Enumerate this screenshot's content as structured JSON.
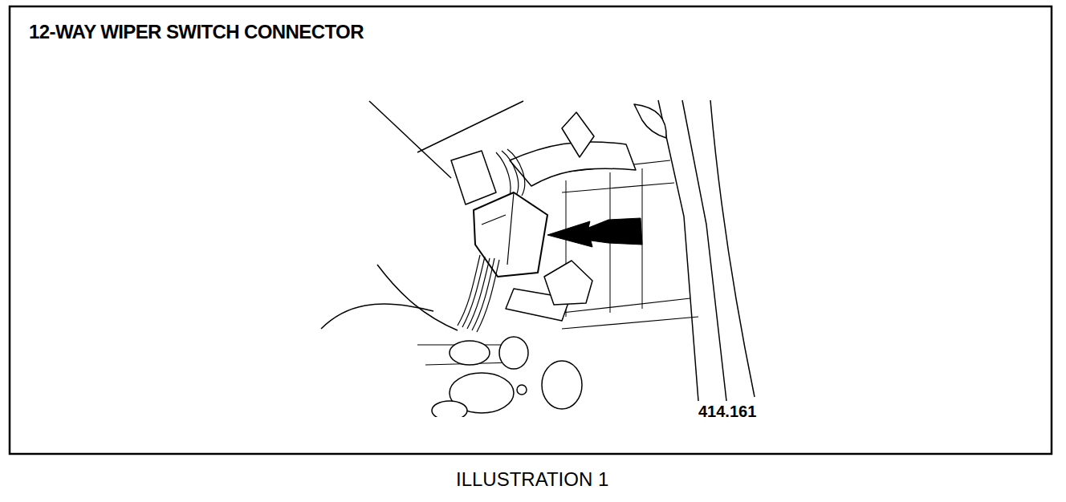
{
  "diagram": {
    "title": "12-WAY WIPER SWITCH CONNECTOR",
    "caption": "ILLUSTRATION 1",
    "labels": [
      "414.161"
    ]
  }
}
